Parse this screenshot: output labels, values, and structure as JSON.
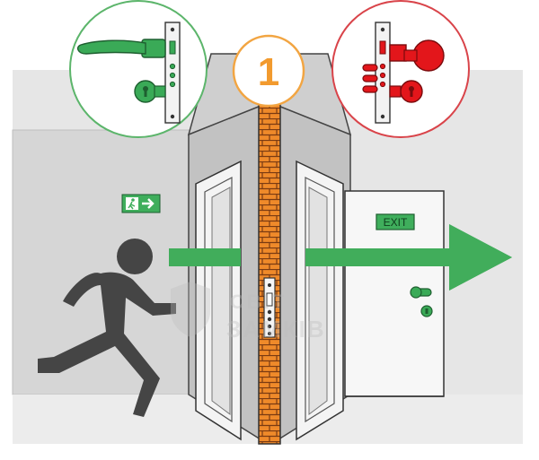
{
  "step_number": "1",
  "exit_sign_text": "EXIT",
  "watermark": {
    "line1": "СВІТ",
    "line2": "ЗАМКІВ"
  },
  "lock_unlocked": {
    "state": "open",
    "color": "#3aaa57",
    "ring_color": "#5cb56b"
  },
  "lock_locked": {
    "state": "locked",
    "color": "#e3161b",
    "ring_color": "#d9444a"
  },
  "colors": {
    "arrow": "#41ad5b",
    "wall": "#e4e4e4",
    "brick": "#ef8a2a",
    "step_ring": "#f2a542",
    "step_text": "#f29a2e",
    "person": "#454545",
    "exit_sign_bg": "#3fae5c"
  }
}
